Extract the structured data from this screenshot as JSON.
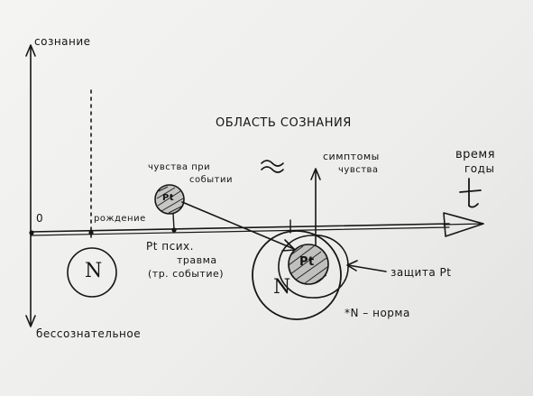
{
  "axis": {
    "top_label": "сознание",
    "bottom_label": "бессознательное",
    "origin_label": "0",
    "time_label_line1": "время",
    "time_label_line2": "годы",
    "time_symbol": "t"
  },
  "title": "ОБЛАСТЬ СОЗНАНИЯ",
  "wave_symbol": "≈",
  "labels": {
    "birth": "рождение",
    "feelings_line1": "чувства при",
    "feelings_line2": "событии",
    "symptoms_line1": "симптомы",
    "symptoms_line2": "чувства",
    "trauma_line1": "Pt псих.",
    "trauma_line2": "травма",
    "trauma_line3": "(тр. событие)",
    "defense": "защита Pt",
    "norm_note": "*N – норма"
  },
  "circles": {
    "norm_left": "N",
    "norm_right": "N",
    "pt_upper": "Pt",
    "pt_inner": "Pt"
  }
}
